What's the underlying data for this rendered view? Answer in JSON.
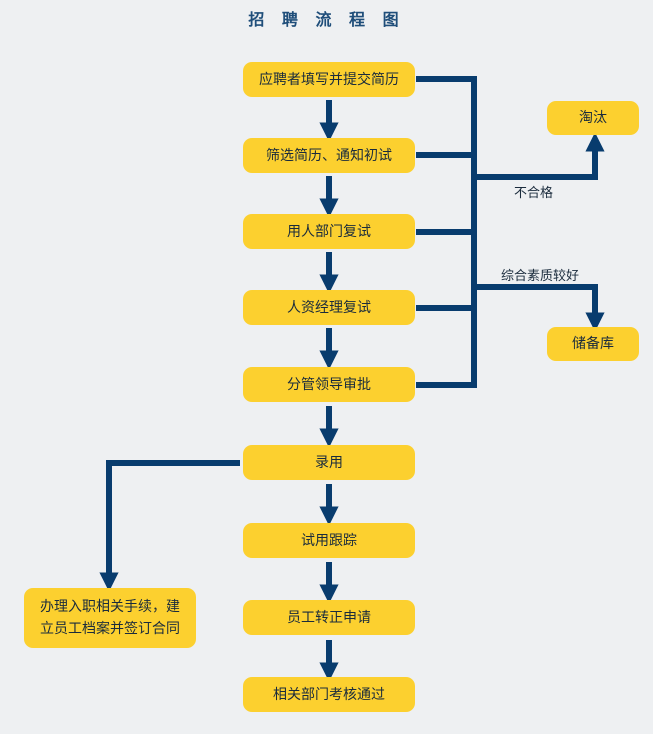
{
  "title": "招 聘 流 程 图",
  "steps": [
    "应聘者填写并提交简历",
    "筛选简历、通知初试",
    "用人部门复试",
    "人资经理复试",
    "分管领导审批",
    "录用",
    "试用跟踪",
    "员工转正申请",
    "相关部门考核通过"
  ],
  "outcomes": {
    "reject": "淘汰",
    "reserve": "储备库",
    "onboard": "办理入职相关手续，建立员工档案并签订合同"
  },
  "branch_labels": {
    "fail": "不合格",
    "good_quality": "综合素质较好"
  },
  "colors": {
    "box": "#fcd02f",
    "arrow": "#083c6e",
    "background": "#eef0f2"
  }
}
